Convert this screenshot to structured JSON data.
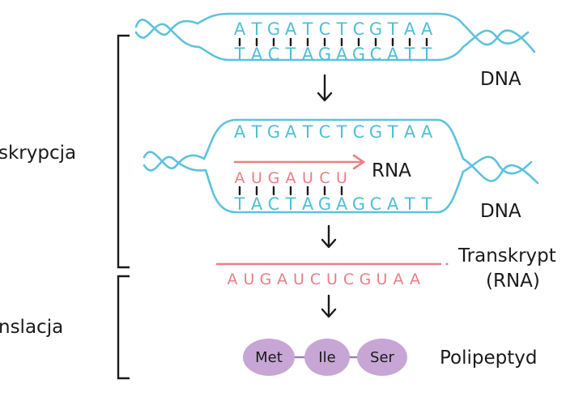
{
  "left_labels": {
    "transcription": "skrypcja",
    "translation": "nslacja"
  },
  "dna_top": {
    "coding": "ATGATCTCGTAA",
    "template": "TACTAGAGCATT",
    "label": "DNA"
  },
  "dna_bubble": {
    "coding": "ATGATCTCGTAA",
    "rna": "AUGAUCU",
    "rna_label": "RNA",
    "template": "TACTAGAGCATT",
    "label": "DNA"
  },
  "transcript": {
    "sequence": "AUGAUCUCGUAA",
    "label_line1": "Transkrypt",
    "label_line2": "(RNA)"
  },
  "polypeptide": {
    "amino_acids": [
      "Met",
      "Ile",
      "Ser"
    ],
    "label": "Polipeptyd"
  },
  "colors": {
    "dna": "#5ec2dc",
    "rna": "#ec7f86",
    "amino_acid": "#c7a6d6"
  }
}
